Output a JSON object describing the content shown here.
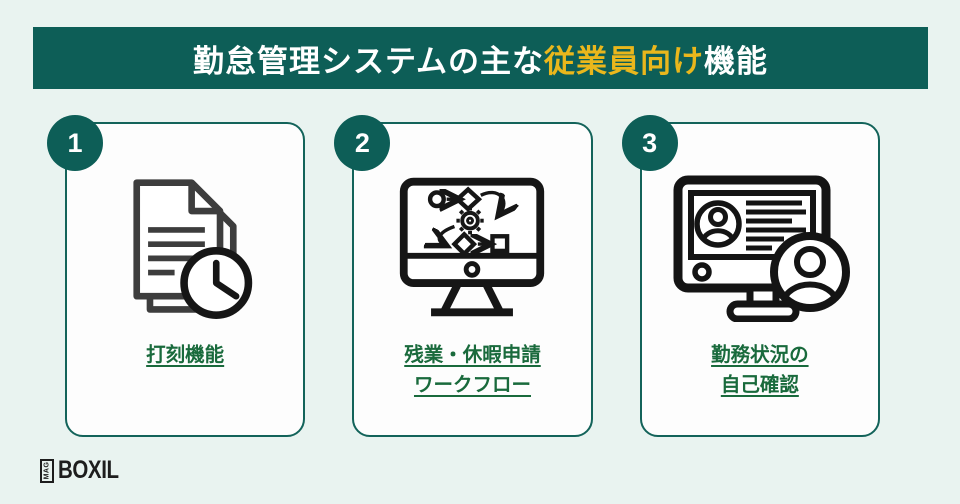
{
  "colors": {
    "background": "#e9f3f0",
    "banner_teal": "#0d5e57",
    "highlight_yellow": "#eab71c",
    "card_border_teal": "#13635a",
    "label_green": "#196a3c",
    "document_gray": "#3d3d3d",
    "icon_black": "#141414",
    "logo_dark": "#1d1d1d"
  },
  "header": {
    "title_prefix": "勤怠管理システムの主な",
    "title_highlight": "従業員向け",
    "title_suffix": "機能"
  },
  "cards": [
    {
      "number": "1",
      "icon": "document-clock-icon",
      "label_lines": [
        "打刻機能"
      ]
    },
    {
      "number": "2",
      "icon": "monitor-workflow-icon",
      "label_lines": [
        "残業・休暇申請",
        "ワークフロー"
      ]
    },
    {
      "number": "3",
      "icon": "monitor-profile-icon",
      "label_lines": [
        "勤務状況の",
        "自己確認"
      ]
    }
  ],
  "footer": {
    "logo_badge": "MAG",
    "logo_text": "BOXIL"
  }
}
